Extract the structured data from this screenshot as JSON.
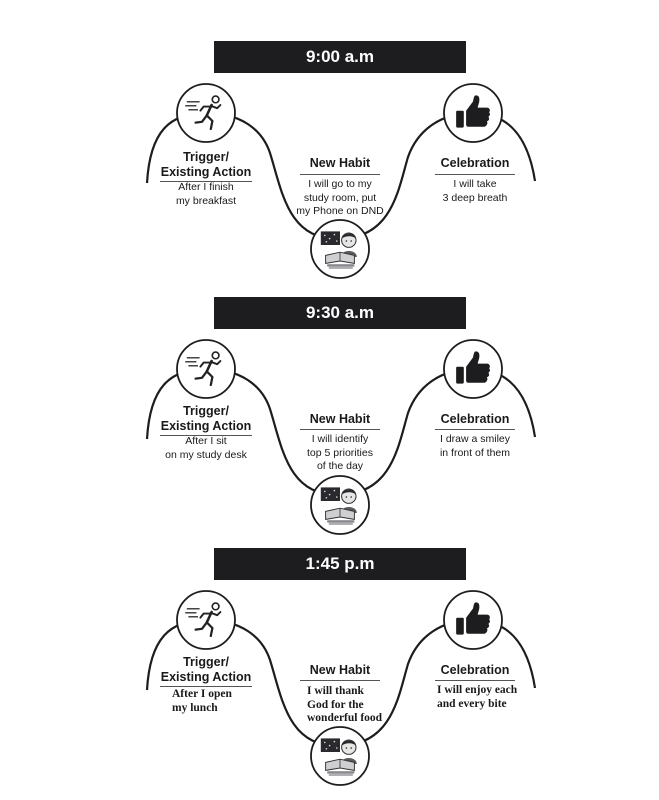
{
  "sections": [
    {
      "time": "9:00 a.m",
      "trigger": {
        "heading": "Trigger/\nExisting Action",
        "text": "After I finish\nmy breakfast"
      },
      "habit": {
        "heading": "New Habit",
        "text": "I will go to my\nstudy room, put\nmy Phone on DND"
      },
      "celebration": {
        "heading": "Celebration",
        "text": "I will take\n3 deep breath"
      }
    },
    {
      "time": "9:30 a.m",
      "trigger": {
        "heading": "Trigger/\nExisting Action",
        "text": "After I sit\non my study desk"
      },
      "habit": {
        "heading": "New Habit",
        "text": "I will identify\ntop 5 priorities\nof the day"
      },
      "celebration": {
        "heading": "Celebration",
        "text": "I draw a smiley\nin front of them"
      }
    },
    {
      "time": "1:45 p.m",
      "trigger": {
        "heading": "Trigger/\nExisting Action",
        "text": "After I open\nmy lunch"
      },
      "habit": {
        "heading": "New Habit",
        "text": "I will thank\nGod for the\nwonderful food"
      },
      "celebration": {
        "heading": "Celebration",
        "text": "I will enjoy each\nand every bite"
      }
    }
  ],
  "icons": {
    "trigger": "running-person-icon",
    "habit": "child-studying-icon",
    "celebration": "thumbs-up-icon"
  }
}
